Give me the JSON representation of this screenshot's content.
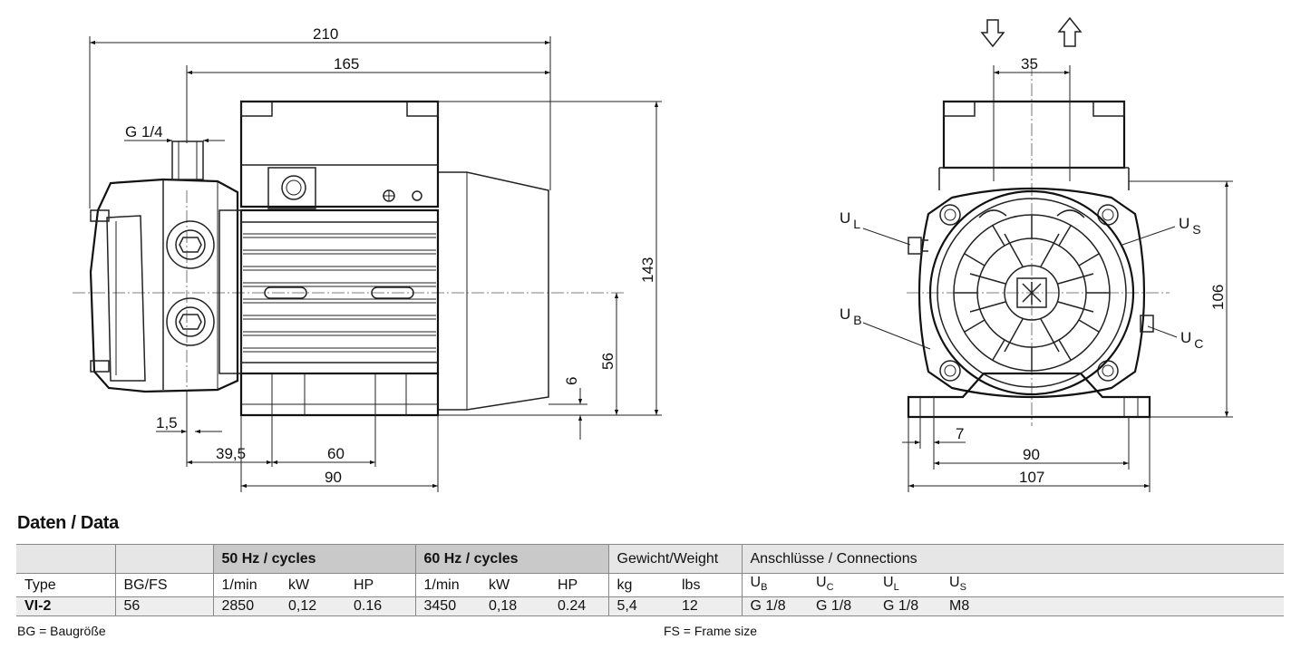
{
  "drawing": {
    "dimensions": {
      "d210": "210",
      "d165": "165",
      "g14": "G 1/4",
      "d143": "143",
      "d56": "56",
      "d6": "6",
      "d1_5": "1,5",
      "d39_5": "39,5",
      "d60": "60",
      "d90": "90",
      "d35": "35",
      "d106": "106",
      "d7": "7",
      "d90r": "90",
      "d107": "107"
    },
    "ports": {
      "ul": "U",
      "ul_sub": "L",
      "us": "U",
      "us_sub": "S",
      "ub": "U",
      "ub_sub": "B",
      "uc": "U",
      "uc_sub": "C"
    },
    "flow_arrows": [
      "down-arrow-icon",
      "up-arrow-icon"
    ]
  },
  "section_title": "Daten / Data",
  "table": {
    "group_headers": {
      "hz50": "50 Hz / cycles",
      "hz60": "60 Hz / cycles",
      "weight": "Gewicht/Weight",
      "connections": "Anschlüsse / Connections"
    },
    "columns": {
      "type": "Type",
      "bgfs": "BG/FS",
      "rpm50": "1/min",
      "kw50": "kW",
      "hp50": "HP",
      "rpm60": "1/min",
      "kw60": "kW",
      "hp60": "HP",
      "kg": "kg",
      "lbs": "lbs",
      "ub": "U",
      "ub_sub": "B",
      "uc": "U",
      "uc_sub": "C",
      "ul": "U",
      "ul_sub": "L",
      "us": "U",
      "us_sub": "S"
    },
    "row": {
      "type": "VI-2",
      "bgfs": "56",
      "rpm50": "2850",
      "kw50": "0,12",
      "hp50": "0.16",
      "rpm60": "3450",
      "kw60": "0,18",
      "hp60": "0.24",
      "kg": "5,4",
      "lbs": "12",
      "ub": "G 1/8",
      "uc": "G 1/8",
      "ul": "G 1/8",
      "us": "M8"
    }
  },
  "footnotes": {
    "bg": "BG = Baugröße",
    "fs": "FS = Frame size"
  }
}
